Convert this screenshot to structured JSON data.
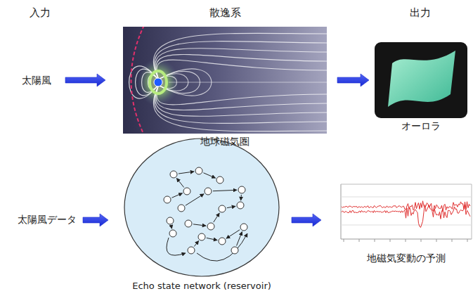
{
  "diagram": {
    "nodes": [
      {
        "text": [
          "太陽風"
        ]
      },
      {
        "text": [
          "地球磁気圏"
        ]
      },
      {
        "text": [
          "オーロラ"
        ]
      },
      {
        "text": [
          "太陽風データ"
        ]
      },
      {
        "text": [
          "Echo state network (reservoir)"
        ]
      },
      {
        "text": [
          "地磁気変動の予測"
        ]
      }
    ],
    "edges": [
      {
        "from": 0,
        "to": 1,
        "arrow": "to"
      },
      {
        "from": 1,
        "to": 2,
        "arrow": "to"
      },
      {
        "from": 3,
        "to": 4,
        "arrow": "to"
      },
      {
        "from": 4,
        "to": 5,
        "arrow": "to"
      }
    ],
    "labels": [
      "入力",
      "散逸系",
      "出力"
    ]
  }
}
